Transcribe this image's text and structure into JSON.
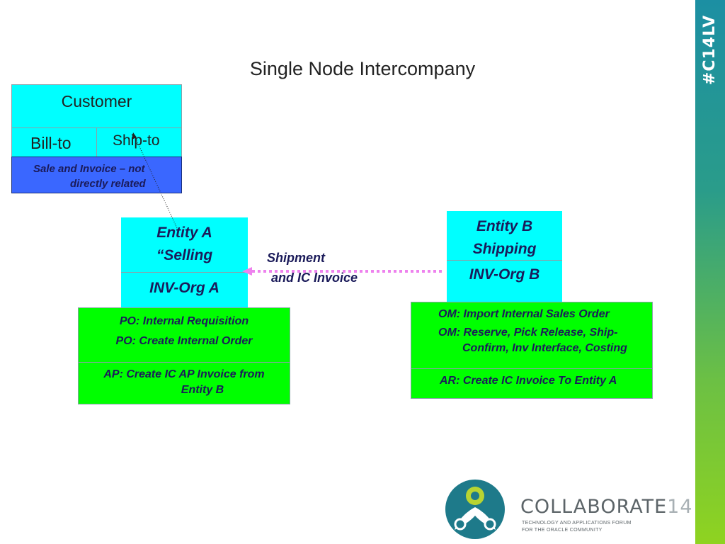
{
  "title": "Single Node Intercompany",
  "customer": {
    "header": "Customer",
    "bill_to": "Bill-to",
    "ship_to": "Ship-to",
    "note_line1": "Sale and Invoice – not",
    "note_line2": "directly related"
  },
  "entity_a": {
    "name": "Entity A",
    "role": "“Selling",
    "org": "INV-Org A",
    "po_line1": "PO: Internal Requisition",
    "po_line2": "PO: Create Internal Order",
    "ap_line1": "AP: Create IC AP Invoice from",
    "ap_line2": "Entity B"
  },
  "entity_b": {
    "name": "Entity B",
    "role": "Shipping",
    "org": "INV-Org B",
    "om_line1": "OM: Import Internal Sales Order",
    "om_line2": "OM: Reserve, Pick Release, Ship-",
    "om_line3": "Confirm, Inv Interface, Costing",
    "ar_line1": "AR: Create IC Invoice To Entity A"
  },
  "arrow_label": {
    "line1": "Shipment",
    "line2": "and IC Invoice"
  },
  "side_tag": "#C14LV",
  "logo": {
    "name": "COLLABORATE",
    "year": "14",
    "tagline1": "TECHNOLOGY AND APPLICATIONS FORUM",
    "tagline2": "FOR THE ORACLE COMMUNITY"
  },
  "colors": {
    "cyan": "#00ffff",
    "green": "#00ff00",
    "blue": "#3a67ff",
    "arrow": "#ee82ee"
  }
}
